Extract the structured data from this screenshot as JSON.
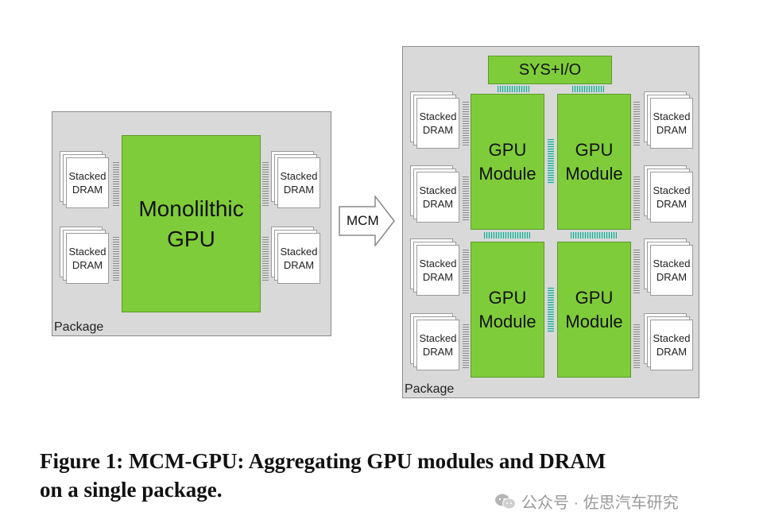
{
  "left_package": {
    "label": "Package",
    "gpu_label": "Monolilthic\nGPU",
    "dram_label": "Stacked\nDRAM"
  },
  "arrow": {
    "label": "MCM"
  },
  "right_package": {
    "label": "Package",
    "sys_io_label": "SYS+I/O",
    "module_label": "GPU\nModule",
    "dram_label": "Stacked\nDRAM"
  },
  "caption": {
    "line1": "Figure 1: MCM-GPU: Aggregating GPU modules and DRAM",
    "line2": "on a single package."
  },
  "watermark": {
    "text": "公众号 · 佐思汽车研究",
    "icon": "wechat-icon"
  },
  "colors": {
    "package": "#d9d9d9",
    "gpu": "#7fcc3a",
    "link": "#2f9e8c"
  }
}
